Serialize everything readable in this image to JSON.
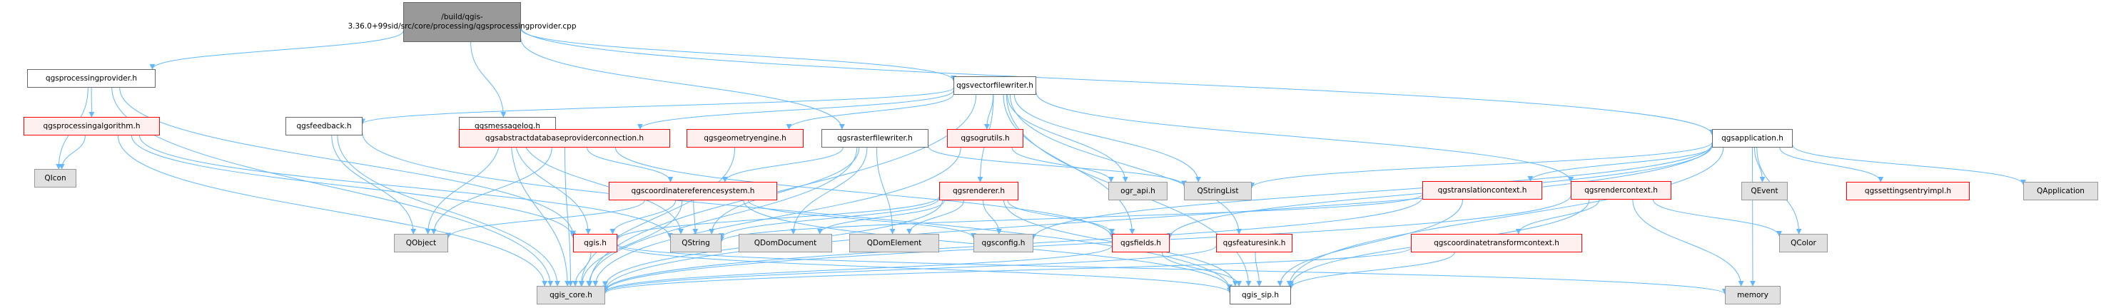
{
  "diagram": {
    "title": "Include dependency graph for qgsprocessingprovider.cpp",
    "edge_color": "#63b8ff",
    "node_styles": {
      "root": {
        "fill": "#999999",
        "border": "#666666"
      },
      "documented": {
        "fill": "#ffffff",
        "border": "#666666"
      },
      "undocumented": {
        "fill": "#fff0f0",
        "border": "#ff0000"
      },
      "external": {
        "fill": "#e0e0e0",
        "border": "#999999"
      }
    },
    "nodes": {
      "root": {
        "label": "/build/qgis-3.36.0+99sid/src/core/processing/qgsprocessingprovider.cpp",
        "style": "root"
      },
      "provider_h": {
        "label": "qgsprocessingprovider.h",
        "style": "documented"
      },
      "algorithm_h": {
        "label": "qgsprocessingalgorithm.h",
        "style": "undocumented"
      },
      "qicon": {
        "label": "QIcon",
        "style": "external"
      },
      "feedback_h": {
        "label": "qgsfeedback.h",
        "style": "documented"
      },
      "messagelog_h": {
        "label": "qgsmessagelog.h",
        "style": "documented"
      },
      "qobject": {
        "label": "QObject",
        "style": "external"
      },
      "qgis_h": {
        "label": "qgis.h",
        "style": "undocumented"
      },
      "qgis_core_h": {
        "label": "qgis_core.h",
        "style": "external"
      },
      "vectorfilewriter_h": {
        "label": "qgsvectorfilewriter.h",
        "style": "documented"
      },
      "abstractdb_h": {
        "label": "qgsabstractdatabaseproviderconnection.h",
        "style": "undocumented"
      },
      "geometryengine_h": {
        "label": "qgsgeometryengine.h",
        "style": "undocumented"
      },
      "rasterfilewriter_h": {
        "label": "qgsrasterfilewriter.h",
        "style": "documented"
      },
      "ogrutils_h": {
        "label": "qgsogrutils.h",
        "style": "undocumented"
      },
      "crs_h": {
        "label": "qgscoordinatereferencesystem.h",
        "style": "undocumented"
      },
      "qstring": {
        "label": "QString",
        "style": "external"
      },
      "qdomdocument": {
        "label": "QDomDocument",
        "style": "external"
      },
      "qdomelement": {
        "label": "QDomElement",
        "style": "external"
      },
      "renderer_h": {
        "label": "qgsrenderer.h",
        "style": "undocumented"
      },
      "qgsconfig_h": {
        "label": "qgsconfig.h",
        "style": "external"
      },
      "ogr_api_h": {
        "label": "ogr_api.h",
        "style": "external"
      },
      "qstringlist": {
        "label": "QStringList",
        "style": "external"
      },
      "fields_h": {
        "label": "qgsfields.h",
        "style": "undocumented"
      },
      "featuresink_h": {
        "label": "qgsfeaturesink.h",
        "style": "undocumented"
      },
      "qgis_sip_h": {
        "label": "qgis_sip.h",
        "style": "documented"
      },
      "translationcontext_h": {
        "label": "qgstranslationcontext.h",
        "style": "undocumented"
      },
      "rendercontext_h": {
        "label": "qgsrendercontext.h",
        "style": "undocumented"
      },
      "ctcontext_h": {
        "label": "qgscoordinatetransformcontext.h",
        "style": "undocumented"
      },
      "application_h": {
        "label": "qgsapplication.h",
        "style": "documented"
      },
      "qevent": {
        "label": "QEvent",
        "style": "external"
      },
      "settingsentryimpl_h": {
        "label": "qgssettingsentryimpl.h",
        "style": "undocumented"
      },
      "qapplication": {
        "label": "QApplication",
        "style": "external"
      },
      "qcolor": {
        "label": "QColor",
        "style": "external"
      },
      "memory": {
        "label": "memory",
        "style": "external"
      }
    },
    "edges": [
      [
        "root",
        "provider_h"
      ],
      [
        "root",
        "messagelog_h"
      ],
      [
        "root",
        "vectorfilewriter_h"
      ],
      [
        "root",
        "rasterfilewriter_h"
      ],
      [
        "root",
        "application_h"
      ],
      [
        "provider_h",
        "algorithm_h"
      ],
      [
        "provider_h",
        "qicon"
      ],
      [
        "provider_h",
        "qgis_core_h"
      ],
      [
        "provider_h",
        "qgis_h"
      ],
      [
        "algorithm_h",
        "qicon"
      ],
      [
        "algorithm_h",
        "qgis_core_h"
      ],
      [
        "algorithm_h",
        "qgis_h"
      ],
      [
        "algorithm_h",
        "qstring"
      ],
      [
        "feedback_h",
        "qobject"
      ],
      [
        "feedback_h",
        "qgis_core_h"
      ],
      [
        "feedback_h",
        "qgis_sip_h"
      ],
      [
        "messagelog_h",
        "qobject"
      ],
      [
        "messagelog_h",
        "qgis_core_h"
      ],
      [
        "messagelog_h",
        "qgis_h"
      ],
      [
        "messagelog_h",
        "qstring"
      ],
      [
        "qgis_h",
        "qgis_core_h"
      ],
      [
        "qgis_h",
        "qgis_sip_h"
      ],
      [
        "qgis_h",
        "memory"
      ],
      [
        "vectorfilewriter_h",
        "qgis_core_h"
      ],
      [
        "vectorfilewriter_h",
        "feedback_h"
      ],
      [
        "vectorfilewriter_h",
        "abstractdb_h"
      ],
      [
        "vectorfilewriter_h",
        "geometryengine_h"
      ],
      [
        "vectorfilewriter_h",
        "ogrutils_h"
      ],
      [
        "vectorfilewriter_h",
        "renderer_h"
      ],
      [
        "vectorfilewriter_h",
        "ogr_api_h"
      ],
      [
        "vectorfilewriter_h",
        "fields_h"
      ],
      [
        "vectorfilewriter_h",
        "featuresink_h"
      ],
      [
        "vectorfilewriter_h",
        "rendercontext_h"
      ],
      [
        "vectorfilewriter_h",
        "qgis_sip_h"
      ],
      [
        "vectorfilewriter_h",
        "qstringlist"
      ],
      [
        "abstractdb_h",
        "qgis_core_h"
      ],
      [
        "abstractdb_h",
        "qobject"
      ],
      [
        "abstractdb_h",
        "crs_h"
      ],
      [
        "abstractdb_h",
        "fields_h"
      ],
      [
        "geometryengine_h",
        "qgis_core_h"
      ],
      [
        "rasterfilewriter_h",
        "qgis_core_h"
      ],
      [
        "rasterfilewriter_h",
        "crs_h"
      ],
      [
        "rasterfilewriter_h",
        "qdomdocument"
      ],
      [
        "rasterfilewriter_h",
        "qdomelement"
      ],
      [
        "rasterfilewriter_h",
        "qstringlist"
      ],
      [
        "rasterfilewriter_h",
        "qstring"
      ],
      [
        "ogrutils_h",
        "qgis_core_h"
      ],
      [
        "ogrutils_h",
        "ogr_api_h"
      ],
      [
        "crs_h",
        "qgis_core_h"
      ],
      [
        "crs_h",
        "qgis_h"
      ],
      [
        "crs_h",
        "qstring"
      ],
      [
        "crs_h",
        "qobject"
      ],
      [
        "crs_h",
        "qgsconfig_h"
      ],
      [
        "crs_h",
        "qgis_sip_h"
      ],
      [
        "renderer_h",
        "qgis_core_h"
      ],
      [
        "renderer_h",
        "qgis_h"
      ],
      [
        "renderer_h",
        "qstring"
      ],
      [
        "renderer_h",
        "qdomdocument"
      ],
      [
        "renderer_h",
        "qdomelement"
      ],
      [
        "renderer_h",
        "qgsconfig_h"
      ],
      [
        "renderer_h",
        "fields_h"
      ],
      [
        "renderer_h",
        "qgis_sip_h"
      ],
      [
        "fields_h",
        "qgis_core_h"
      ],
      [
        "fields_h",
        "qgis_sip_h"
      ],
      [
        "featuresink_h",
        "qgis_core_h"
      ],
      [
        "featuresink_h",
        "qgis_sip_h"
      ],
      [
        "translationcontext_h",
        "qgis_core_h"
      ],
      [
        "translationcontext_h",
        "qstring"
      ],
      [
        "translationcontext_h",
        "qgis_sip_h"
      ],
      [
        "rendercontext_h",
        "qgis_core_h"
      ],
      [
        "rendercontext_h",
        "ctcontext_h"
      ],
      [
        "rendercontext_h",
        "qcolor"
      ],
      [
        "rendercontext_h",
        "memory"
      ],
      [
        "rendercontext_h",
        "qgis_sip_h"
      ],
      [
        "ctcontext_h",
        "qgis_core_h"
      ],
      [
        "ctcontext_h",
        "qgis_sip_h"
      ],
      [
        "application_h",
        "qgis_core_h"
      ],
      [
        "application_h",
        "qevent"
      ],
      [
        "application_h",
        "settingsentryimpl_h"
      ],
      [
        "application_h",
        "qapplication"
      ],
      [
        "application_h",
        "translationcontext_h"
      ],
      [
        "application_h",
        "qstringlist"
      ],
      [
        "application_h",
        "qcolor"
      ],
      [
        "application_h",
        "memory"
      ],
      [
        "application_h",
        "qgis_sip_h"
      ],
      [
        "application_h",
        "qgsconfig_h"
      ],
      [
        "application_h",
        "fields_h"
      ]
    ]
  }
}
